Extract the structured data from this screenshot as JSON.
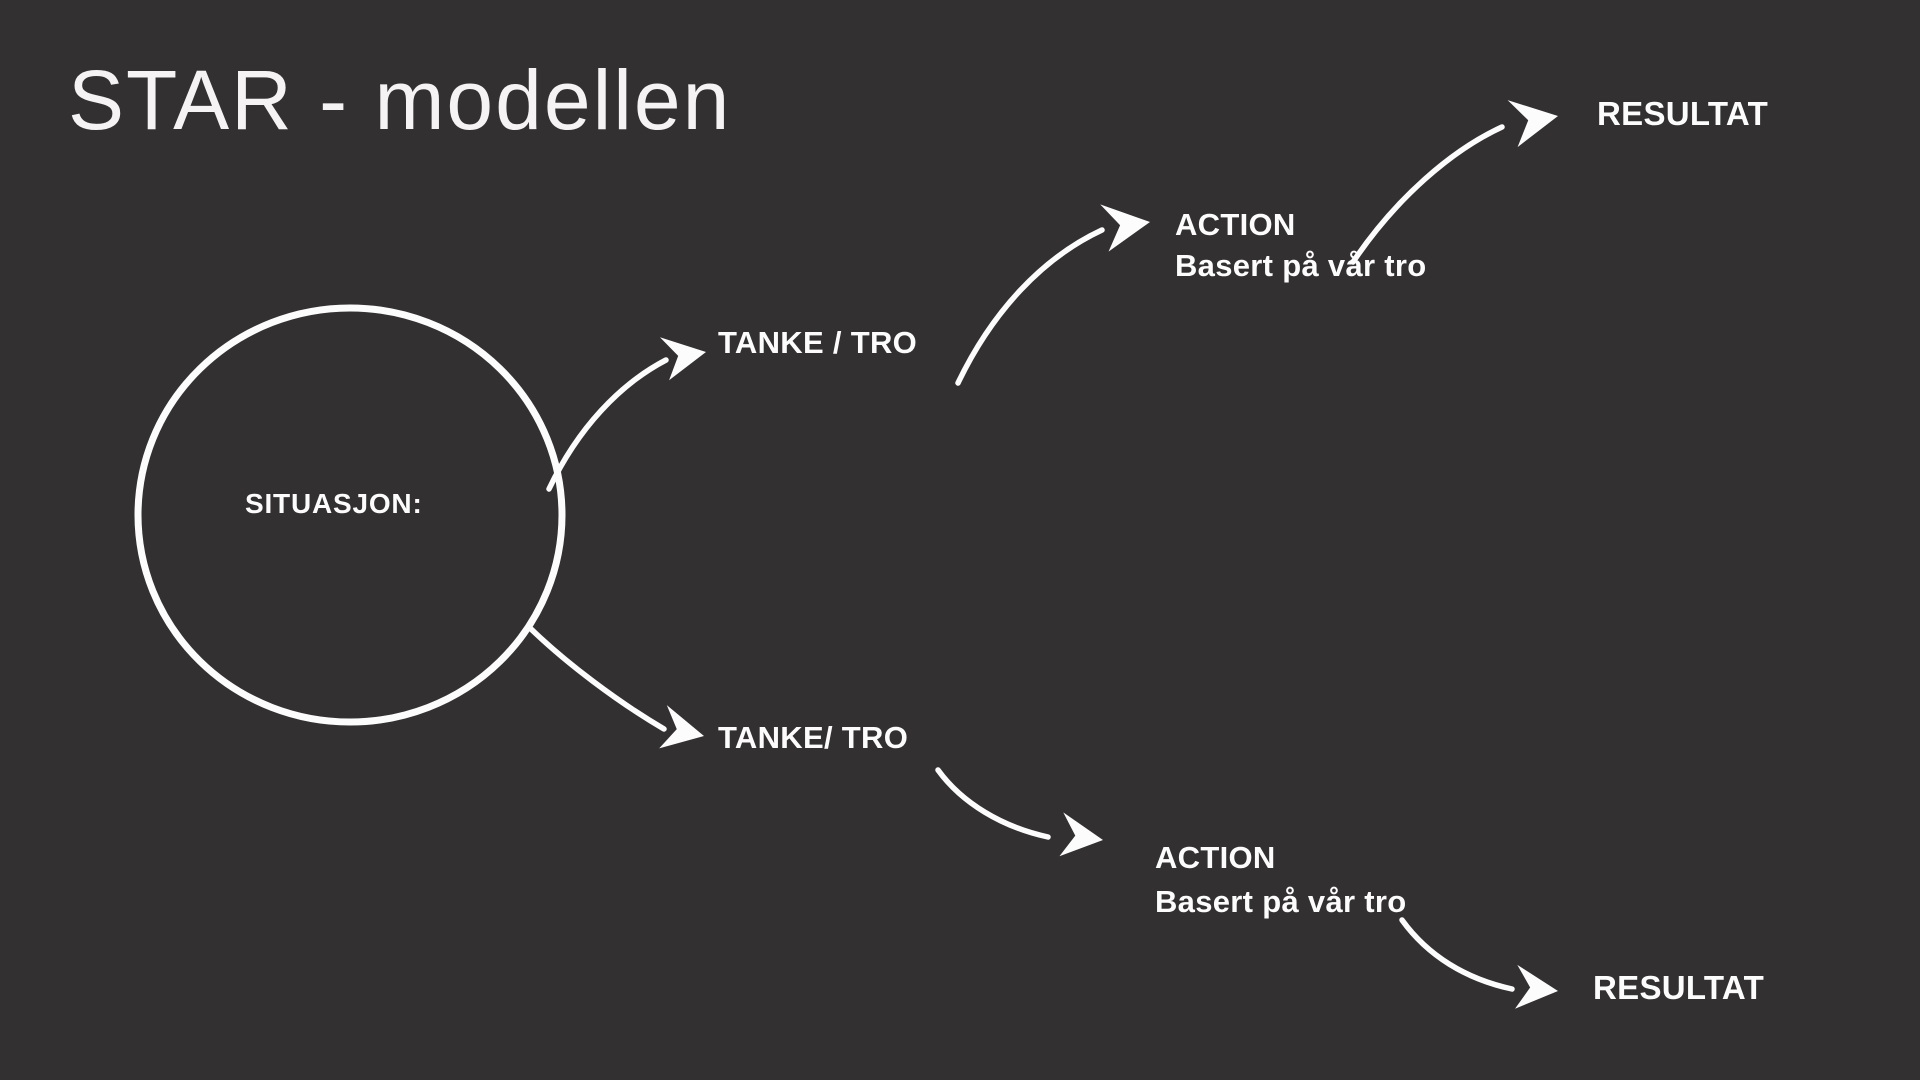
{
  "slide": {
    "title": "STAR - modellen",
    "background_color": "#323031",
    "text_color": "#FFFFFF",
    "stroke_color": "#FDFCFC"
  },
  "diagram": {
    "situation_label": "SITUASJON:",
    "branch_top": {
      "thought_label": "TANKE / TRO",
      "action_label": "ACTION",
      "action_note": "Basert på vår tro",
      "result_label": "RESULTAT"
    },
    "branch_bottom": {
      "thought_label": "TANKE/ TRO",
      "action_label": "ACTION",
      "action_note": "Basert på vår tro",
      "result_label": "RESULTAT"
    }
  }
}
